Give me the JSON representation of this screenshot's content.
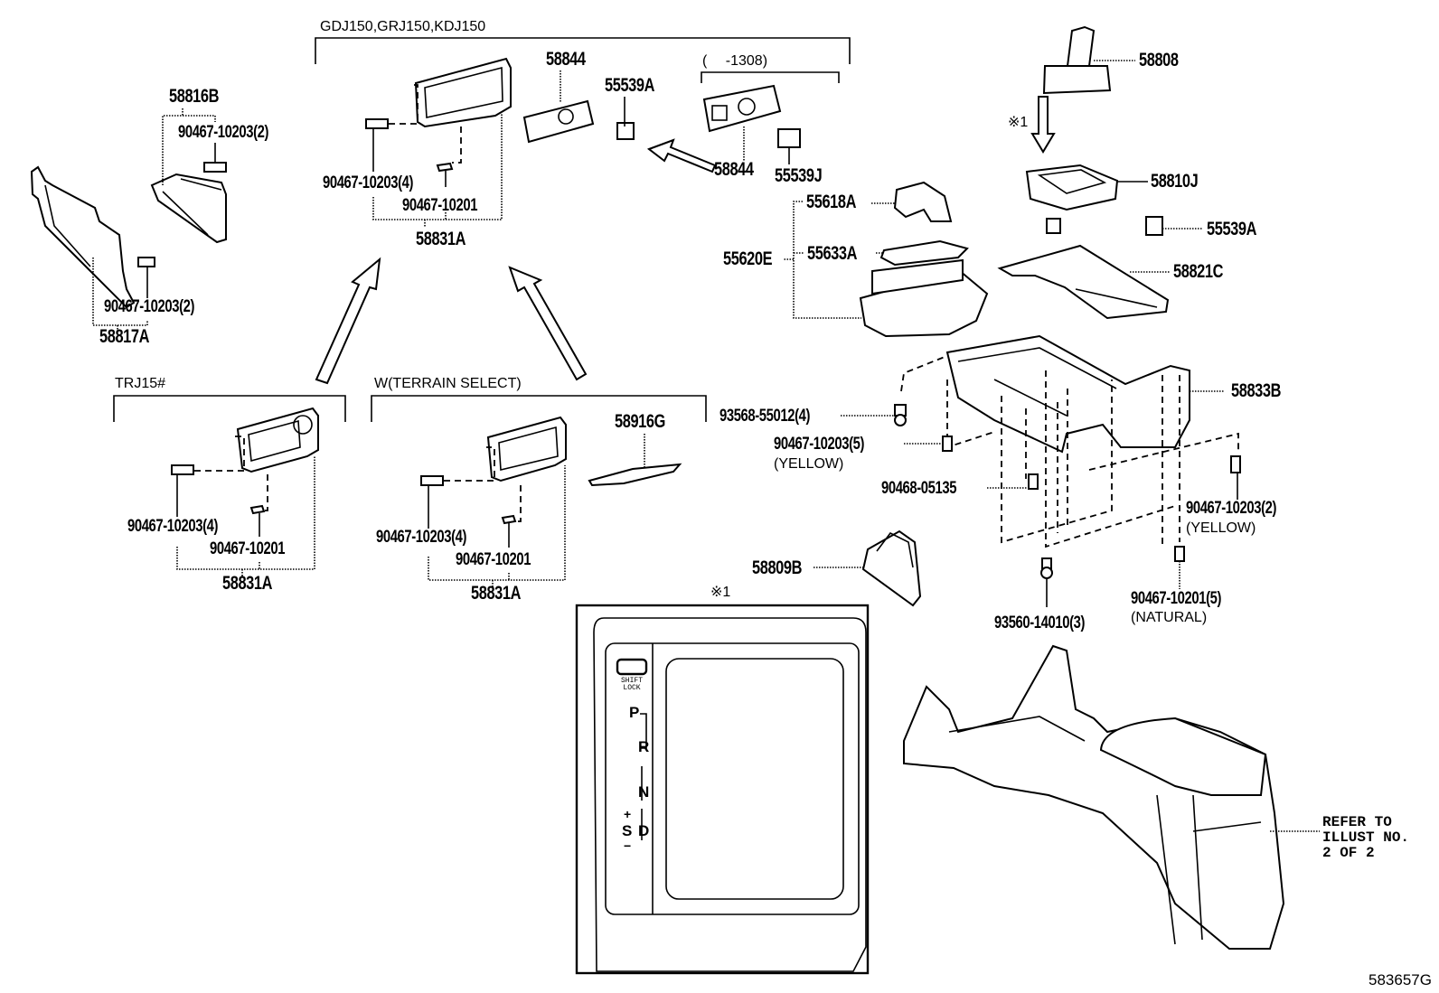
{
  "diagram": {
    "title_code": "583657G",
    "groups": {
      "gdj150": "GDJ150,GRJ150,KDJ150",
      "date_range": "(　 -1308)",
      "trj15": "TRJ15#",
      "terrain": "W(TERRAIN SELECT)",
      "detail_ref_top": "※1",
      "detail_ref_panel": "※1"
    },
    "parts": {
      "p58816B": "58816B",
      "p90467_10203_2_a": "90467-10203(2)",
      "p90467_10203_2_b": "90467-10203(2)",
      "p58817A": "58817A",
      "p90467_10203_4_top": "90467-10203(4)",
      "p90467_10201_top": "90467-10201",
      "p58831A_top": "58831A",
      "p58844_a": "58844",
      "p55539A_a": "55539A",
      "p58844_b": "58844",
      "p55539J": "55539J",
      "p58808": "58808",
      "p58810J": "58810J",
      "p55539A_b": "55539A",
      "p58821C": "58821C",
      "p55618A": "55618A",
      "p55620E": "55620E",
      "p55633A": "55633A",
      "p58833B": "58833B",
      "p93568": "93568-55012(4)",
      "p90467_10203_5": "90467-10203(5)",
      "p90467_10203_5_note": "(YELLOW)",
      "p90468": "90468-05135",
      "p90467_10203_2_y": "90467-10203(2)",
      "p90467_10203_2_y_note": "(YELLOW)",
      "p90467_10201_5": "90467-10201(5)",
      "p90467_10201_5_note": "(NATURAL)",
      "p93560": "93560-14010(3)",
      "p58809B": "58809B",
      "p58916G": "58916G",
      "p90467_10203_4_trj": "90467-10203(4)",
      "p90467_10201_trj": "90467-10201",
      "p58831A_trj": "58831A",
      "p90467_10203_4_ter": "90467-10203(4)",
      "p90467_10201_ter": "90467-10201",
      "p58831A_ter": "58831A"
    },
    "shift_panel": {
      "button_label": "SHIFT\nLOCK",
      "positions": [
        "P",
        "R",
        "N",
        "D",
        "S",
        "+",
        "−"
      ]
    },
    "refer_note": "REFER TO\nILLUST NO.\n2 OF 2"
  }
}
